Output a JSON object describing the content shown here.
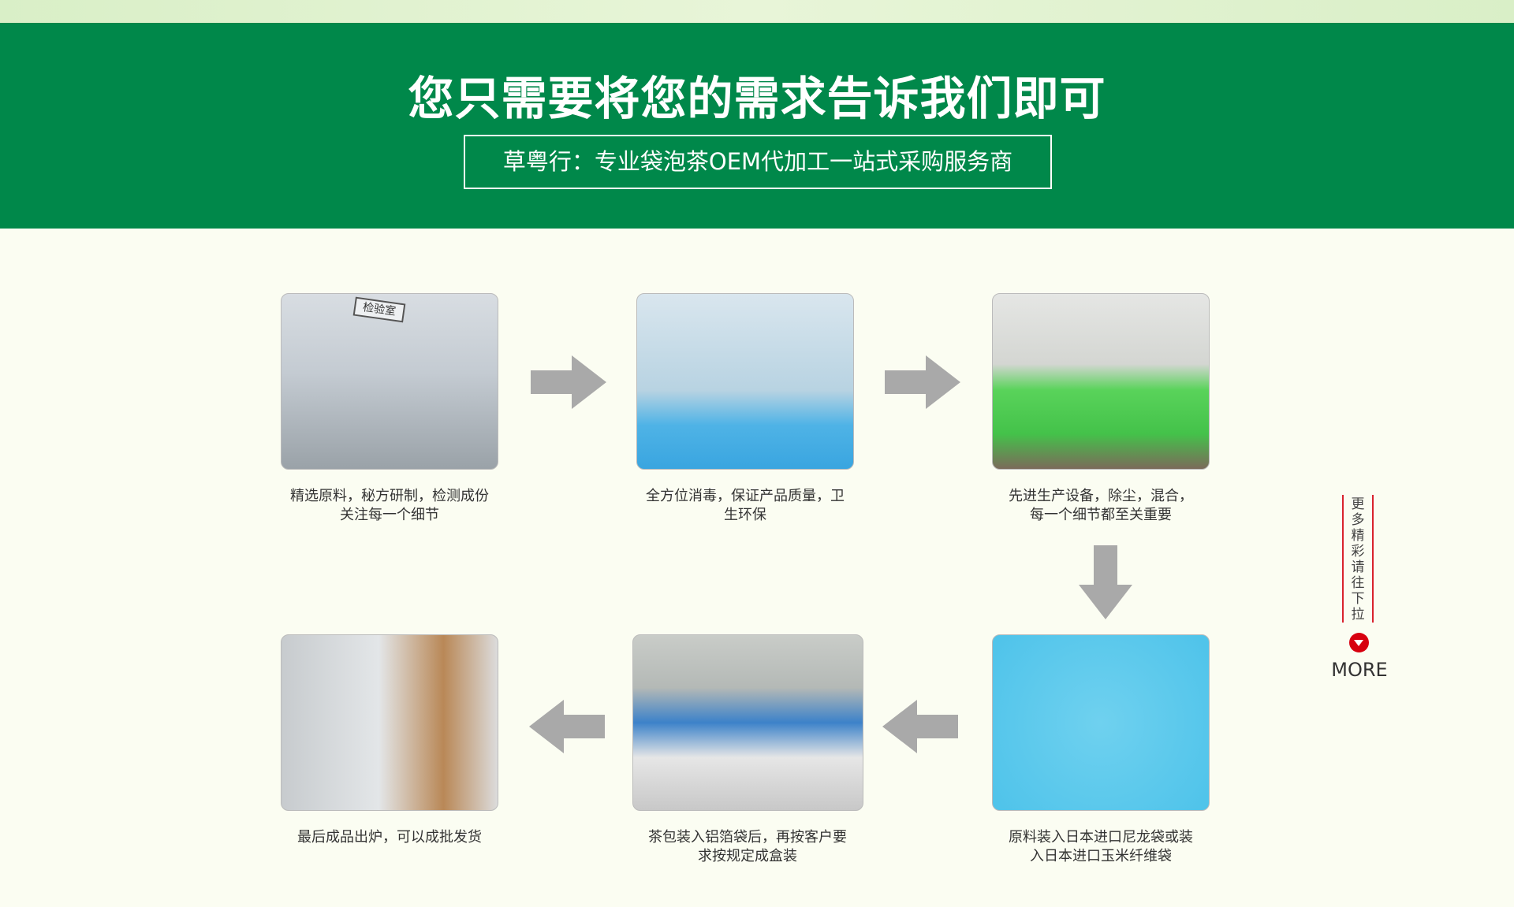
{
  "header": {
    "title": "您只需要将您的需求告诉我们即可",
    "subtitle": "草粤行：专业袋泡茶OEM代加工一站式采购服务商"
  },
  "steps": [
    {
      "caption_1": "精选原料，秘方研制，检测成份",
      "caption_2": "关注每一个细节",
      "sign": "检验室"
    },
    {
      "caption_1": "全方位消毒，保证产品质量，卫",
      "caption_2": "生环保"
    },
    {
      "caption_1": "先进生产设备，除尘，混合，",
      "caption_2": "每一个细节都至关重要"
    },
    {
      "caption_1": "原料装入日本进口尼龙袋或装",
      "caption_2": "入日本进口玉米纤维袋"
    },
    {
      "caption_1": "茶包装入铝箔袋后，再按客户要",
      "caption_2": "求按规定成盒装"
    },
    {
      "caption_1": "最后成品出炉，可以成批发货",
      "caption_2": ""
    }
  ],
  "side": {
    "chars": [
      "更",
      "多",
      "精",
      "彩",
      "请",
      "往",
      "下",
      "拉"
    ],
    "more": "MORE"
  },
  "colors": {
    "green": "#00884a",
    "red": "#d7000f",
    "arrow": "#a9a9a9"
  }
}
